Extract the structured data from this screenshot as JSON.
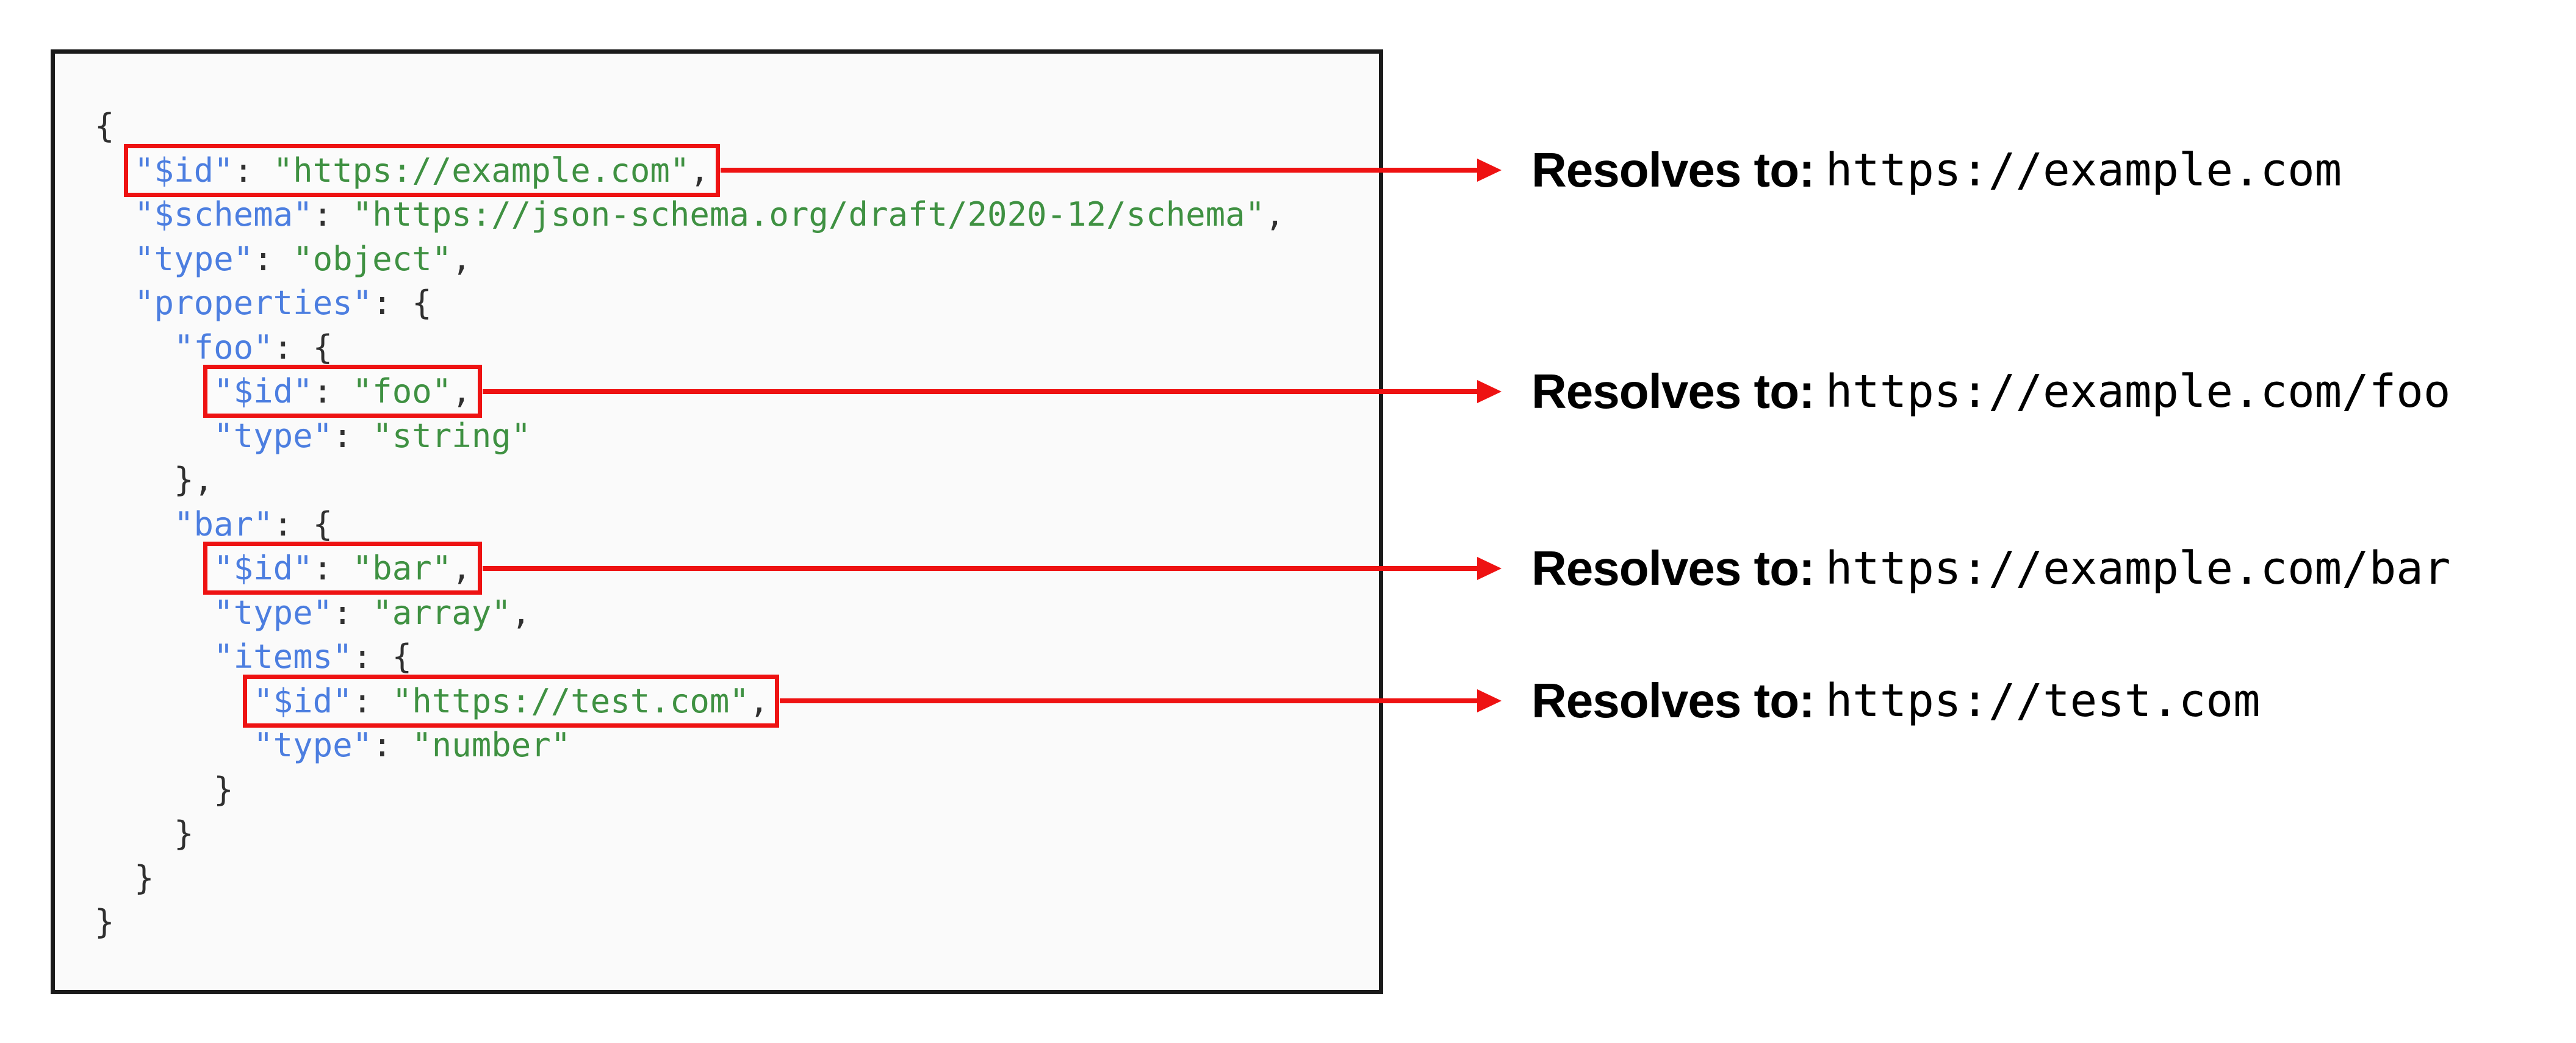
{
  "colors": {
    "key": "#4c7ee0",
    "string": "#3f9142",
    "punct": "#303030",
    "red": "#ee1212",
    "panel_bg": "#fafafa",
    "panel_border": "#1a1a1a",
    "highlight_bg": "#fbfbfb",
    "text": "#000000"
  },
  "code": {
    "lines": [
      {
        "i": 0,
        "parts": [
          [
            "p",
            "{"
          ]
        ]
      },
      {
        "i": 2,
        "hl": 0,
        "parts": [
          [
            "k",
            "\"$id\""
          ],
          [
            "p",
            ": "
          ],
          [
            "s",
            "\"https://example.com\""
          ],
          [
            "p",
            ","
          ]
        ]
      },
      {
        "i": 2,
        "parts": [
          [
            "k",
            "\"$schema\""
          ],
          [
            "p",
            ": "
          ],
          [
            "s",
            "\"https://json-schema.org/draft/2020-12/schema\""
          ],
          [
            "p",
            ","
          ]
        ]
      },
      {
        "i": 2,
        "parts": [
          [
            "k",
            "\"type\""
          ],
          [
            "p",
            ": "
          ],
          [
            "s",
            "\"object\""
          ],
          [
            "p",
            ","
          ]
        ]
      },
      {
        "i": 2,
        "parts": [
          [
            "k",
            "\"properties\""
          ],
          [
            "p",
            ": {"
          ]
        ]
      },
      {
        "i": 4,
        "parts": [
          [
            "k",
            "\"foo\""
          ],
          [
            "p",
            ": {"
          ]
        ]
      },
      {
        "i": 6,
        "hl": 1,
        "parts": [
          [
            "k",
            "\"$id\""
          ],
          [
            "p",
            ": "
          ],
          [
            "s",
            "\"foo\""
          ],
          [
            "p",
            ","
          ]
        ]
      },
      {
        "i": 6,
        "parts": [
          [
            "k",
            "\"type\""
          ],
          [
            "p",
            ": "
          ],
          [
            "s",
            "\"string\""
          ]
        ]
      },
      {
        "i": 4,
        "parts": [
          [
            "p",
            "},"
          ]
        ]
      },
      {
        "i": 4,
        "parts": [
          [
            "k",
            "\"bar\""
          ],
          [
            "p",
            ": {"
          ]
        ]
      },
      {
        "i": 6,
        "hl": 2,
        "parts": [
          [
            "k",
            "\"$id\""
          ],
          [
            "p",
            ": "
          ],
          [
            "s",
            "\"bar\""
          ],
          [
            "p",
            ","
          ]
        ]
      },
      {
        "i": 6,
        "parts": [
          [
            "k",
            "\"type\""
          ],
          [
            "p",
            ": "
          ],
          [
            "s",
            "\"array\""
          ],
          [
            "p",
            ","
          ]
        ]
      },
      {
        "i": 6,
        "parts": [
          [
            "k",
            "\"items\""
          ],
          [
            "p",
            ": {"
          ]
        ]
      },
      {
        "i": 8,
        "hl": 3,
        "parts": [
          [
            "k",
            "\"$id\""
          ],
          [
            "p",
            ": "
          ],
          [
            "s",
            "\"https://test.com\""
          ],
          [
            "p",
            ","
          ]
        ]
      },
      {
        "i": 8,
        "parts": [
          [
            "k",
            "\"type\""
          ],
          [
            "p",
            ": "
          ],
          [
            "s",
            "\"number\""
          ]
        ]
      },
      {
        "i": 6,
        "parts": [
          [
            "p",
            "}"
          ]
        ]
      },
      {
        "i": 4,
        "parts": [
          [
            "p",
            "}"
          ]
        ]
      },
      {
        "i": 2,
        "parts": [
          [
            "p",
            "}"
          ]
        ]
      },
      {
        "i": 0,
        "parts": [
          [
            "p",
            "}"
          ]
        ]
      }
    ]
  },
  "annotations": [
    {
      "label": "Resolves to:",
      "value": "https://example.com"
    },
    {
      "label": "Resolves to:",
      "value": "https://example.com/foo"
    },
    {
      "label": "Resolves to:",
      "value": "https://example.com/bar"
    },
    {
      "label": "Resolves to:",
      "value": "https://test.com"
    }
  ]
}
